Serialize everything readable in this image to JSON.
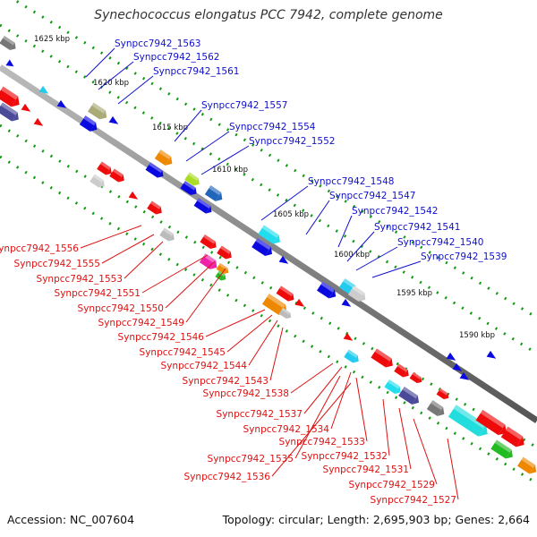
{
  "title": "Synechococcus elongatus PCC 7942, complete genome",
  "footer": {
    "accession": "Accession: NC_007604",
    "summary": "Topology: circular; Length: 2,695,903 bp; Genes: 2,664"
  },
  "scale_labels": [
    "1625 kbp",
    "1620 kbp",
    "1615 kbp",
    "1610 kbp",
    "1605 kbp",
    "1600 kbp",
    "1595 kbp",
    "1590 kbp"
  ],
  "forward_gene_labels": [
    "Synpcc7942_1563",
    "Synpcc7942_1562",
    "Synpcc7942_1561",
    "Synpcc7942_1557",
    "Synpcc7942_1554",
    "Synpcc7942_1552",
    "Synpcc7942_1548",
    "Synpcc7942_1547",
    "Synpcc7942_1542",
    "Synpcc7942_1541",
    "Synpcc7942_1540",
    "Synpcc7942_1539"
  ],
  "reverse_gene_labels": [
    "Synpcc7942_1556",
    "Synpcc7942_1555",
    "Synpcc7942_1553",
    "Synpcc7942_1551",
    "Synpcc7942_1550",
    "Synpcc7942_1549",
    "Synpcc7942_1546",
    "Synpcc7942_1545",
    "Synpcc7942_1544",
    "Synpcc7942_1543",
    "Synpcc7942_1538",
    "Synpcc7942_1537",
    "Synpcc7942_1534",
    "Synpcc7942_1533",
    "Synpcc7942_1535",
    "Synpcc7942_1532",
    "Synpcc7942_1531",
    "Synpcc7942_1536",
    "Synpcc7942_1529",
    "Synpcc7942_1527"
  ],
  "colors": {
    "forward_label": "#1010cc",
    "reverse_label": "#dd1111",
    "forward_gene": "#0a0ae0",
    "reverse_gene": "#ee0a0a",
    "backbone": "#777777",
    "scale_dots": "#119911"
  }
}
